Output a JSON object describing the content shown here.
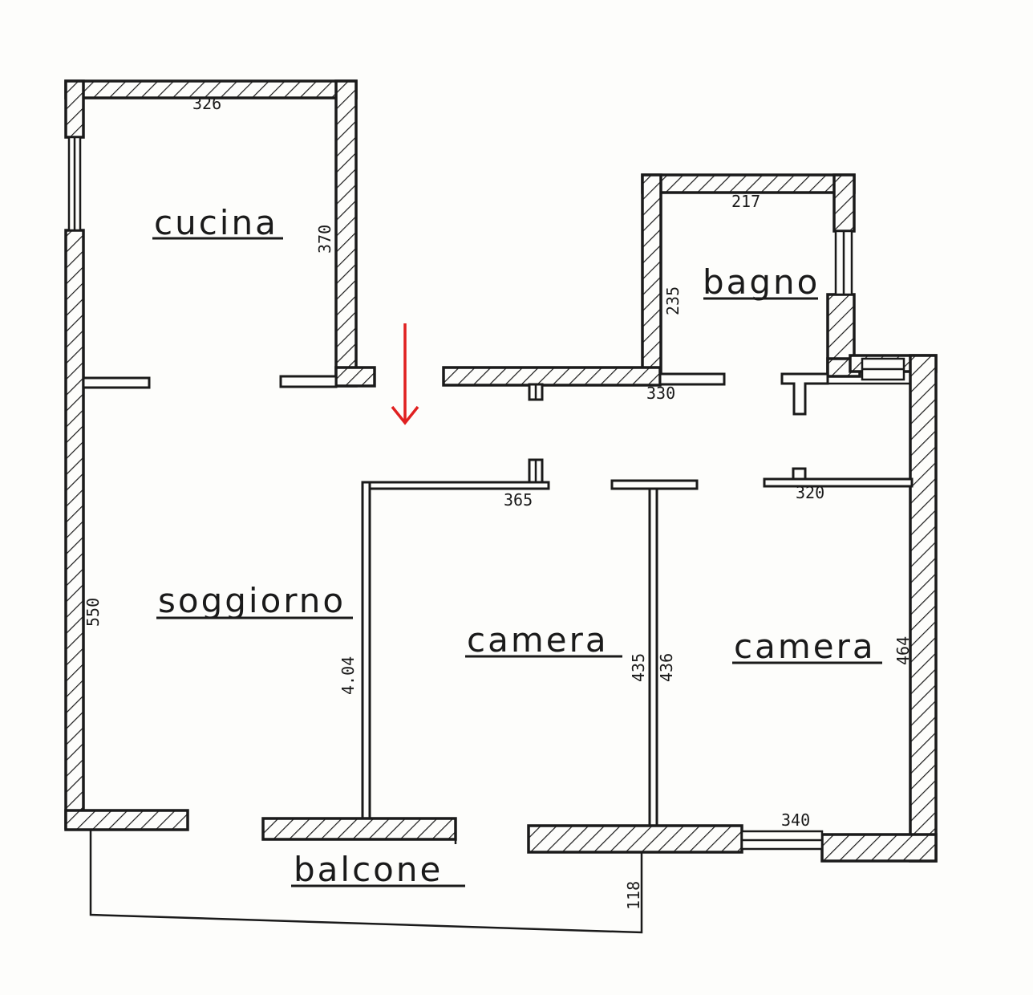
{
  "rooms": {
    "cucina": "cucina",
    "bagno": "bagno",
    "soggiorno": "soggiorno",
    "camera_1": "camera",
    "camera_2": "camera",
    "balcone": "balcone"
  },
  "dimensions": {
    "cucina_width": "326",
    "cucina_height": "370",
    "bagno_width": "217",
    "bagno_height": "235",
    "corridor_top": "330",
    "camera_1_top": "365",
    "camera_2_top": "320",
    "soggiorno_height": "550",
    "soggiorno_partition": "4.04",
    "camera_1_height": "435",
    "camera_2_left": "436",
    "camera_2_right": "464",
    "camera_2_bottom": "340",
    "balcone_depth": "118"
  },
  "colors": {
    "ink": "#1a1a1a",
    "marker": "#e02020",
    "paper": "#fdfdfb"
  }
}
